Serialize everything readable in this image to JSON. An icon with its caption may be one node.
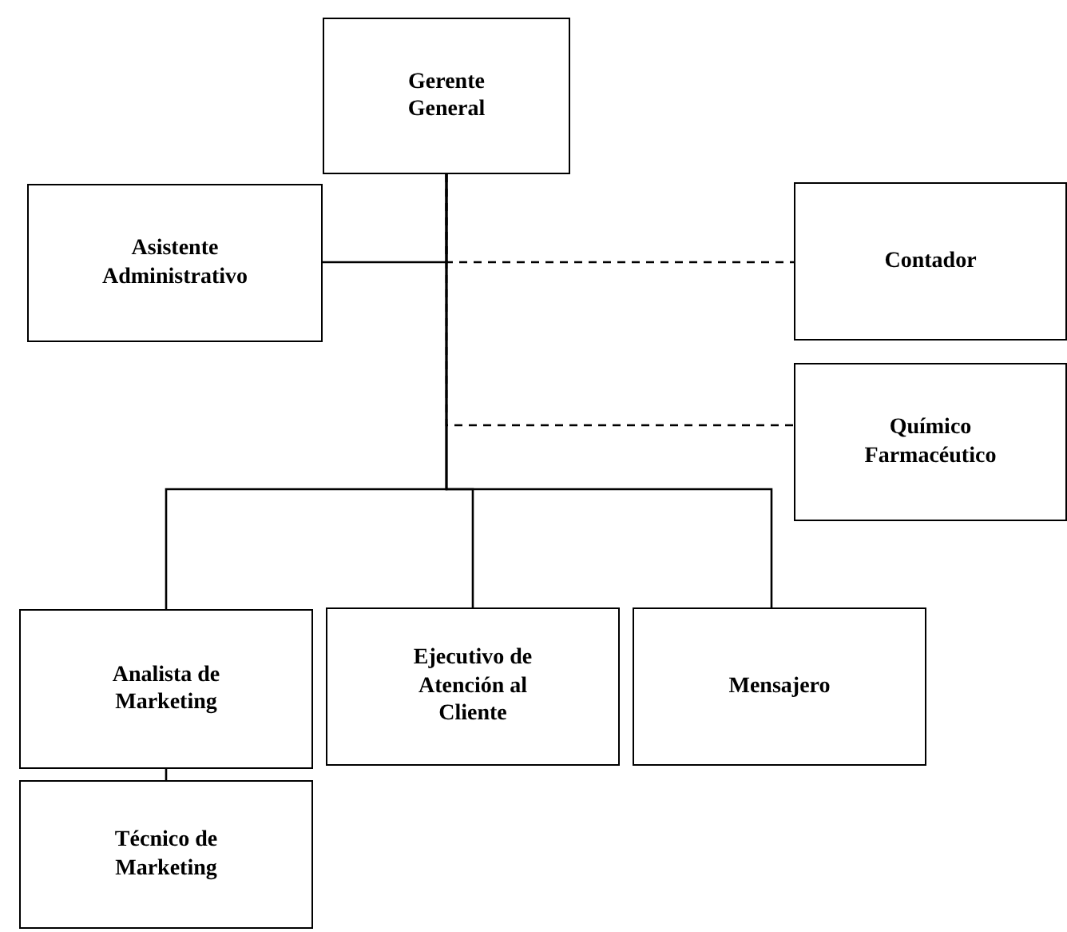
{
  "diagram": {
    "nodes": [
      {
        "text": [
          "Gerente General"
        ]
      },
      {
        "text": [
          "Asistente Administrativo"
        ]
      },
      {
        "text": [
          "Contador"
        ]
      },
      {
        "text": [
          "Químico Farmacéutico"
        ]
      },
      {
        "text": [
          "Analista de Marketing"
        ]
      },
      {
        "text": [
          "Ejecutivo de Atención al Cliente"
        ]
      },
      {
        "text": [
          "Mensajero"
        ]
      },
      {
        "text": [
          "Técnico de Marketing"
        ]
      }
    ],
    "edges": [
      {
        "from": 0,
        "to": 1,
        "arrow": "none"
      },
      {
        "from": 0,
        "to": 2,
        "arrow": "none",
        "style": "dashed"
      },
      {
        "from": 0,
        "to": 3,
        "arrow": "none",
        "style": "dashed"
      },
      {
        "from": 0,
        "to": 4,
        "arrow": "none"
      },
      {
        "from": 0,
        "to": 5,
        "arrow": "none"
      },
      {
        "from": 0,
        "to": 6,
        "arrow": "none"
      },
      {
        "from": 4,
        "to": 7,
        "arrow": "none"
      }
    ]
  }
}
